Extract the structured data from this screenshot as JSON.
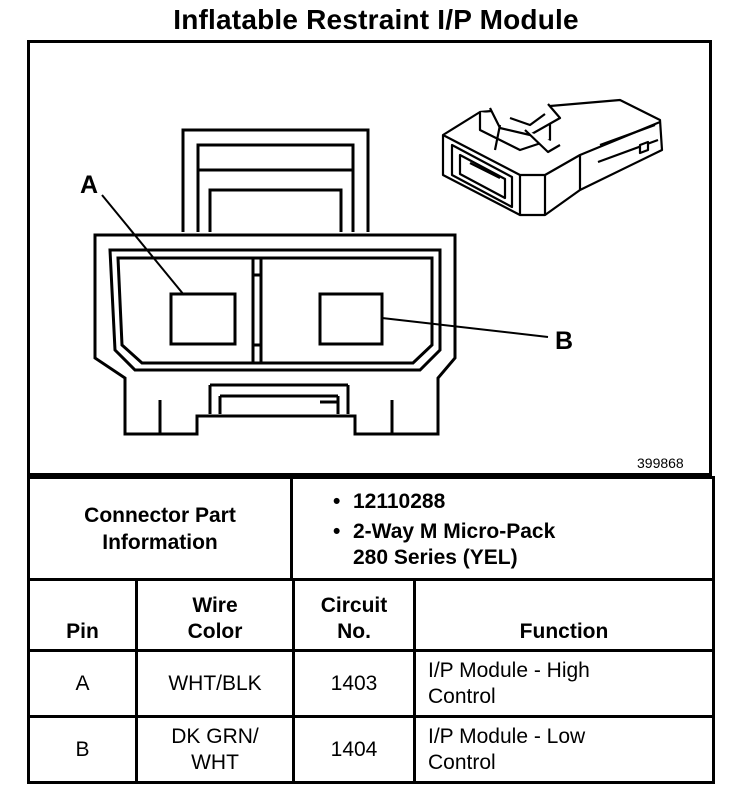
{
  "title": "Inflatable Restraint I/P Module",
  "diagram": {
    "label_a": "A",
    "label_b": "B",
    "figure_id": "399868"
  },
  "connector_info": {
    "label_line1": "Connector Part",
    "label_line2": "Information",
    "part_number": "12110288",
    "description_line1": "2-Way M Micro-Pack",
    "description_line2": "280 Series (YEL)"
  },
  "pin_table": {
    "headers": {
      "pin": "Pin",
      "wire_color_line1": "Wire",
      "wire_color_line2": "Color",
      "circuit_line1": "Circuit",
      "circuit_line2": "No.",
      "function": "Function"
    },
    "rows": [
      {
        "pin": "A",
        "wire_line1": "WHT/BLK",
        "wire_line2": "",
        "circuit": "1403",
        "function_line1": "I/P Module - High",
        "function_line2": "Control"
      },
      {
        "pin": "B",
        "wire_line1": "DK GRN/",
        "wire_line2": "WHT",
        "circuit": "1404",
        "function_line1": "I/P Module - Low",
        "function_line2": "Control"
      }
    ]
  }
}
